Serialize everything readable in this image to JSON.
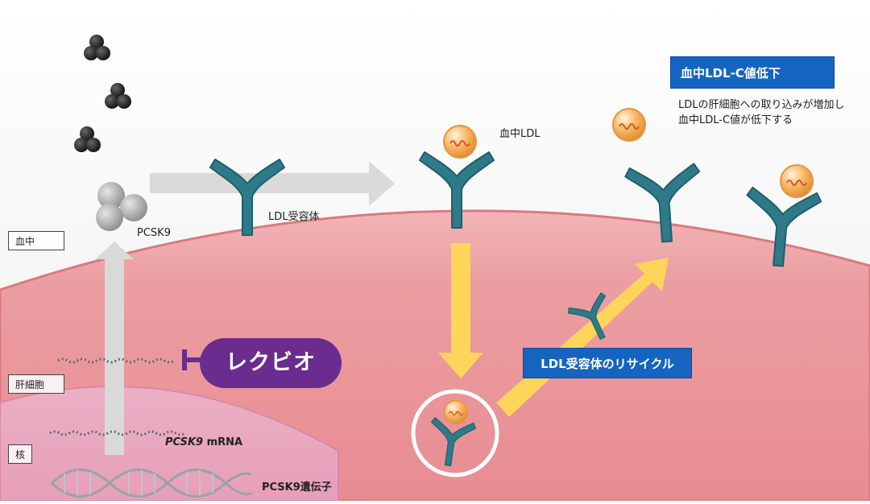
{
  "labels": {
    "blood": "血中",
    "hepatocyte": "肝細胞",
    "nucleus": "核",
    "pcsk9": "PCSK9",
    "ldl_receptor": "LDL受容体",
    "blood_ldl": "血中LDL",
    "mrna_italic": "PCSK9",
    "mrna_suffix": " mRNA",
    "gene": "PCSK9遺伝子",
    "drug": "レクビオ",
    "recycle": "LDL受容体のリサイクル",
    "ldl_c_down": "血中LDL-C値低下",
    "desc_line1": "LDLの肝細胞への取り込みが増加し",
    "desc_line2": "血中LDL-C値が低下する"
  },
  "icons": [
    "down-arrow-icon"
  ],
  "colors": {
    "cell": "#e98f95",
    "nucleus": "#e7a3bb",
    "receptor": "#2e7a88",
    "drug": "#6a2c8e",
    "blue_tag": "#1565c0",
    "yellow_arrow": "#fcd55a",
    "gray_arrow": "#d6d6d6"
  }
}
